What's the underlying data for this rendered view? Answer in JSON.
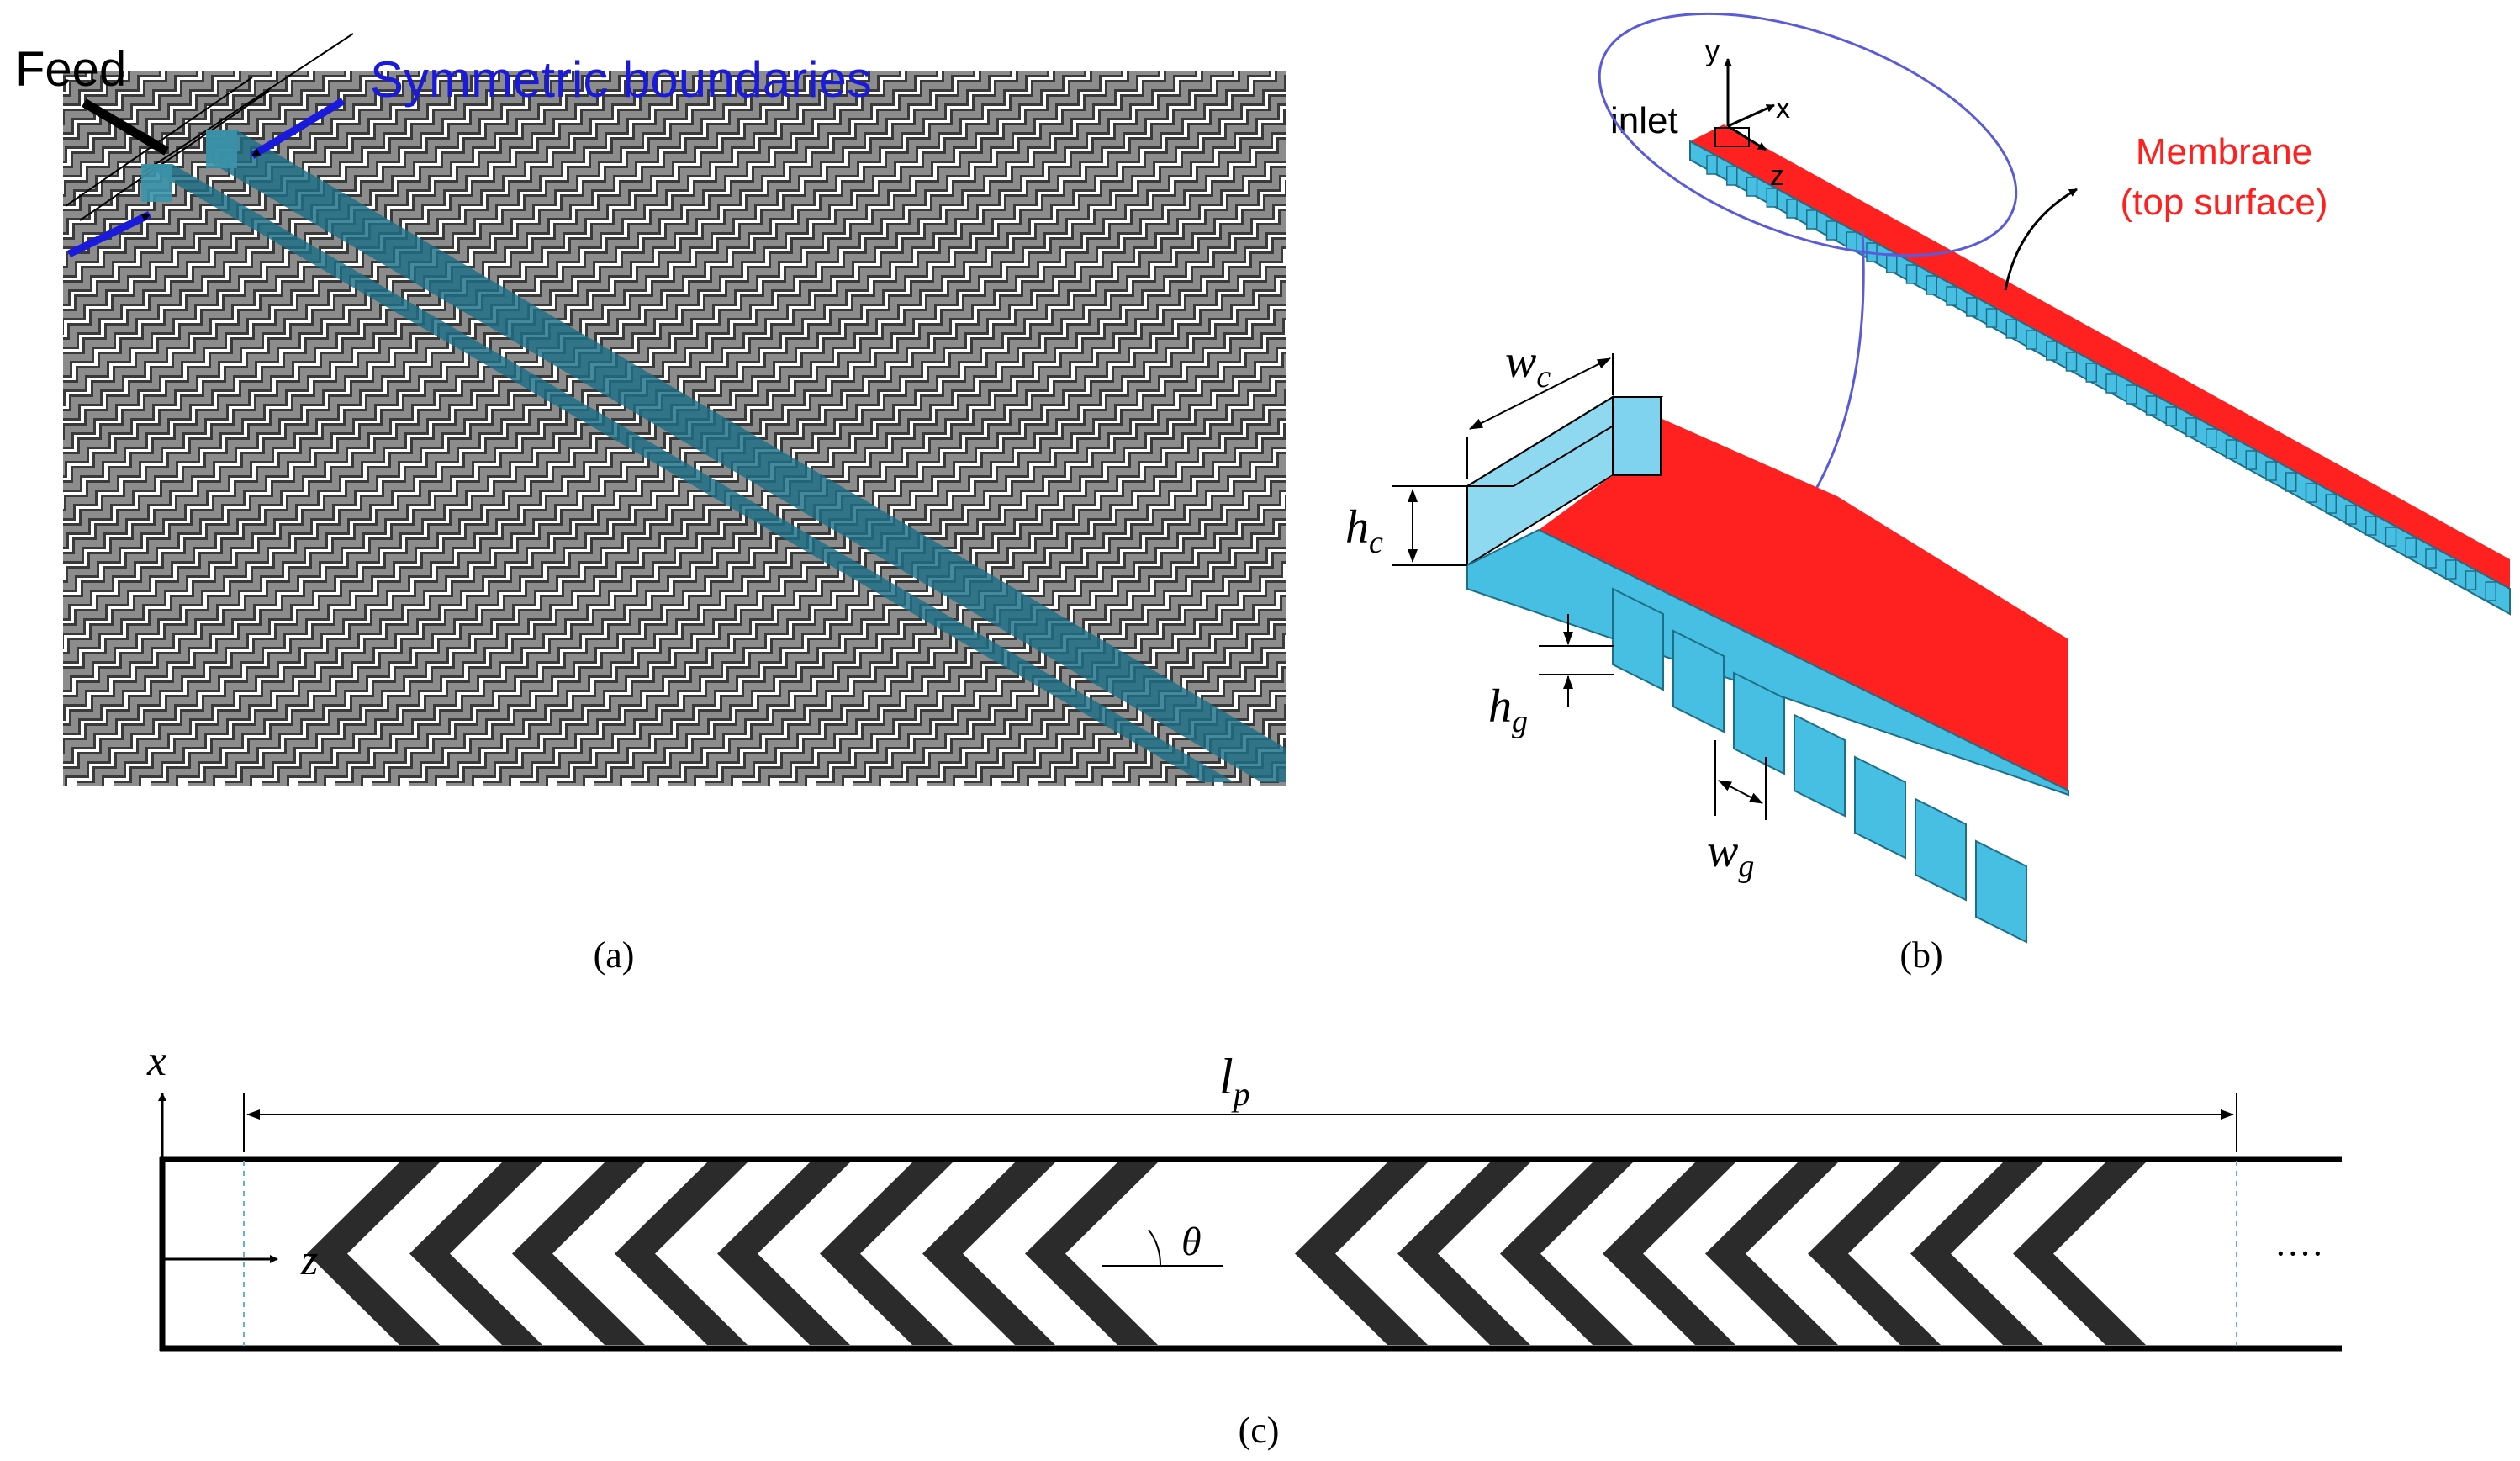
{
  "panel_a": {
    "caption": "(a)",
    "feed_label": "Feed",
    "symmetric_label": "Symmetric  boundaries"
  },
  "panel_b": {
    "caption": "(b)",
    "inlet_label": "inlet",
    "axis_y": "y",
    "axis_x": "x",
    "axis_z": "z",
    "membrane_line1": "Membrane",
    "membrane_line2": "(top surface)",
    "wc_main": "w",
    "wc_sub": "c",
    "hc_main": "h",
    "hc_sub": "c",
    "hg_main": "h",
    "hg_sub": "g",
    "wg_main": "w",
    "wg_sub": "g"
  },
  "panel_c": {
    "caption": "(c)",
    "axis_x": "x",
    "axis_z": "z",
    "lp_main": "l",
    "lp_sub": "p",
    "theta": "θ",
    "ellipsis": "····"
  },
  "colors": {
    "feed_arrow": "#000000",
    "symmetric_text": "#1a1adc",
    "symmetric_arrow": "#1a1adc",
    "boundary_band": "#1f6f86",
    "spacer_gray": "#8c8c8c",
    "spacer_dark": "#3a3a3a",
    "membrane_red": "#ff2020",
    "channel_cyan": "#46bfe3",
    "ellipse_outline": "#5b5bd9",
    "chevron": "#2b2b2b"
  }
}
